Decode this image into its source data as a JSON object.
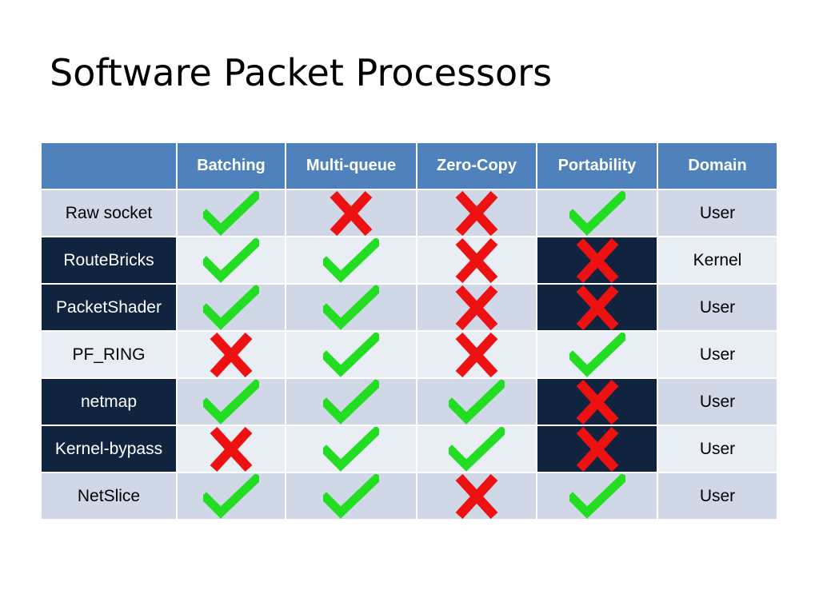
{
  "slide": {
    "title": "Software Packet Processors"
  },
  "table": {
    "columns": [
      "",
      "Batching",
      "Multi-queue",
      "Zero-Copy",
      "Portability",
      "Domain"
    ],
    "rows": [
      {
        "name": "Raw socket",
        "label_dark": false,
        "batching": "check",
        "multiqueue": "cross",
        "zerocopy": "cross",
        "portability": "check",
        "portability_dark": false,
        "domain": "User"
      },
      {
        "name": "RouteBricks",
        "label_dark": true,
        "batching": "check",
        "multiqueue": "check",
        "zerocopy": "cross",
        "portability": "cross",
        "portability_dark": true,
        "domain": "Kernel"
      },
      {
        "name": "PacketShader",
        "label_dark": true,
        "batching": "check",
        "multiqueue": "check",
        "zerocopy": "cross",
        "portability": "cross",
        "portability_dark": true,
        "domain": "User"
      },
      {
        "name": "PF_RING",
        "label_dark": false,
        "batching": "cross",
        "multiqueue": "check",
        "zerocopy": "cross",
        "portability": "check",
        "portability_dark": false,
        "domain": "User"
      },
      {
        "name": "netmap",
        "label_dark": true,
        "batching": "check",
        "multiqueue": "check",
        "zerocopy": "check",
        "portability": "cross",
        "portability_dark": true,
        "domain": "User"
      },
      {
        "name": "Kernel-bypass",
        "label_dark": true,
        "batching": "cross",
        "multiqueue": "check",
        "zerocopy": "check",
        "portability": "cross",
        "portability_dark": true,
        "domain": "User"
      },
      {
        "name": "NetSlice",
        "label_dark": false,
        "batching": "check",
        "multiqueue": "check",
        "zerocopy": "cross",
        "portability": "check",
        "portability_dark": false,
        "domain": "User"
      }
    ]
  },
  "icons": {
    "check": "check-icon",
    "cross": "cross-icon"
  },
  "colors": {
    "header_bg": "#4f81bd",
    "row_odd_bg": "#d0d8e8",
    "row_even_bg": "#e9edf4",
    "dark_cell_bg": "#10233f",
    "check_color": "#22dd22",
    "cross_color": "#ee1111"
  }
}
